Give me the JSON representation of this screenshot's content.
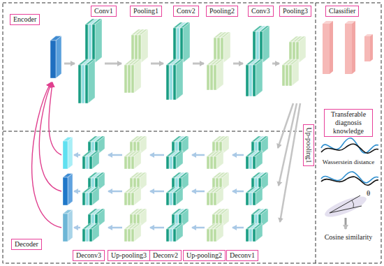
{
  "diagram": {
    "nodes": [
      {
        "text": [
          "Encoder"
        ]
      },
      {
        "text": [
          "Conv1"
        ]
      },
      {
        "text": [
          "Pooling1"
        ]
      },
      {
        "text": [
          "Conv2"
        ]
      },
      {
        "text": [
          "Pooling2"
        ]
      },
      {
        "text": [
          "Conv3"
        ]
      },
      {
        "text": [
          "Pooling3"
        ]
      },
      {
        "text": [
          "Classifier"
        ]
      },
      {
        "text": [
          "Transferable diagnosis knowledge"
        ]
      },
      {
        "text": [
          "Up-pooling1"
        ]
      },
      {
        "text": [
          "Decoder"
        ]
      },
      {
        "text": [
          "Deconv3"
        ]
      },
      {
        "text": [
          "Up-pooling3"
        ]
      },
      {
        "text": [
          "Deconv2"
        ]
      },
      {
        "text": [
          "Up-pooling2"
        ]
      },
      {
        "text": [
          "Deconv1"
        ]
      }
    ],
    "labels": [
      "Wasserstein distance",
      "θ",
      "Cosine similarity"
    ]
  }
}
